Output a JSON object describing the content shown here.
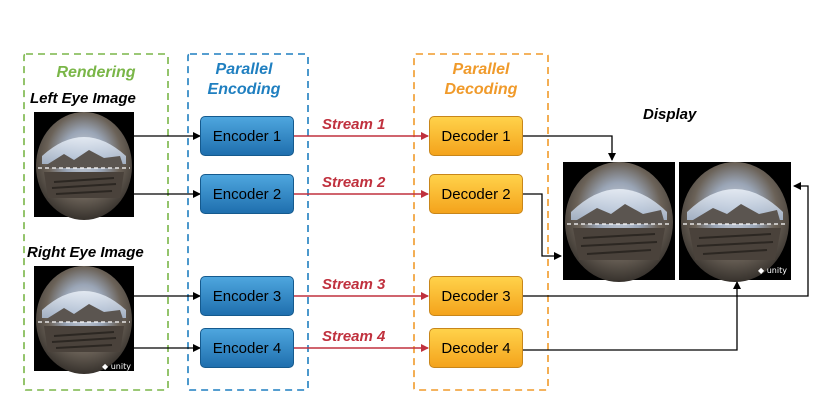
{
  "colors": {
    "rendering": "#7ab648",
    "encoding": "#1f7fc0",
    "decoding": "#f09a2a",
    "stream": "#c0313e"
  },
  "groups": {
    "rendering": "Rendering",
    "encoding_line1": "Parallel",
    "encoding_line2": "Encoding",
    "decoding_line1": "Parallel",
    "decoding_line2": "Decoding"
  },
  "labels": {
    "left_eye": "Left Eye Image",
    "right_eye": "Right Eye Image",
    "display": "Display",
    "logo_text": "unity"
  },
  "encoders": [
    "Encoder 1",
    "Encoder 2",
    "Encoder 3",
    "Encoder 4"
  ],
  "decoders": [
    "Decoder 1",
    "Decoder 2",
    "Decoder 3",
    "Decoder 4"
  ],
  "streams": [
    "Stream 1",
    "Stream 2",
    "Stream 3",
    "Stream 4"
  ]
}
